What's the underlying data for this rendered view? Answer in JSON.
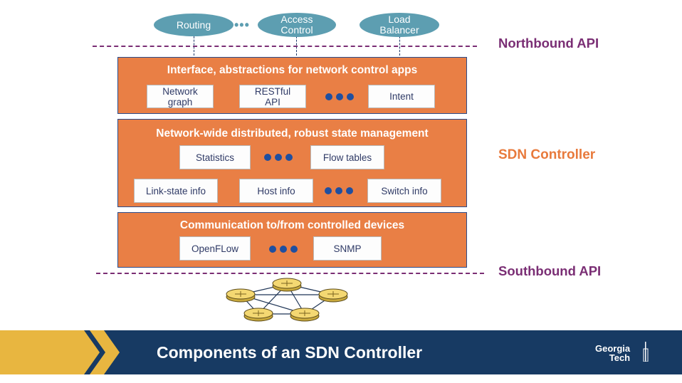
{
  "apps": [
    {
      "label": "Routing"
    },
    {
      "label": "Access\nControl"
    },
    {
      "label": "Load\nBalancer"
    }
  ],
  "apps_ellipsis": "•••",
  "labels": {
    "northbound": "Northbound API",
    "controller": "SDN Controller",
    "southbound": "Southbound API"
  },
  "layers": {
    "interface": {
      "title": "Interface, abstractions for network control apps",
      "boxes": [
        "Network\ngraph",
        "RESTful\nAPI",
        "Intent"
      ]
    },
    "state": {
      "title": "Network-wide distributed, robust state management",
      "boxes": [
        "Statistics",
        "Flow tables",
        "Link-state info",
        "Host info",
        "Switch info"
      ]
    },
    "comm": {
      "title": "Communication to/from controlled devices",
      "boxes": [
        "OpenFLow",
        "SNMP"
      ]
    }
  },
  "footer": {
    "title": "Components of an SDN Controller",
    "logo_line1": "Georgia",
    "logo_line2": "Tech"
  },
  "colors": {
    "app": "#5d9eb1",
    "layer": "#e97f45",
    "northbound": "#7a2e74",
    "controller": "#e87a3c",
    "footer": "#173a63",
    "gold": "#e8b640"
  }
}
